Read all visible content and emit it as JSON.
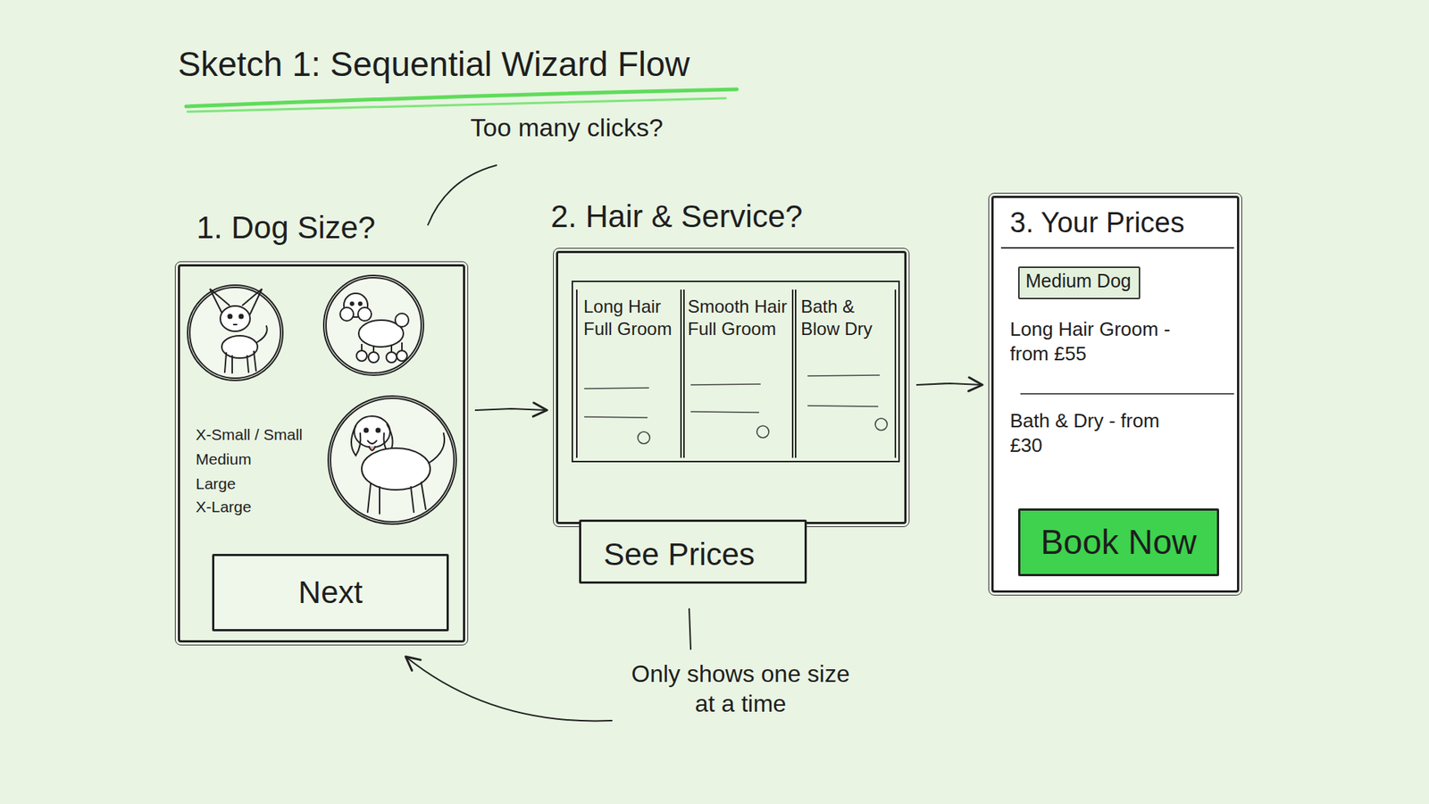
{
  "diagram": {
    "title": "Sketch 1: Sequential Wizard Flow",
    "nodes": [
      {
        "text": [
          "1. Dog Size?",
          "X-Small / Small",
          "Medium",
          "Large",
          "X-Large"
        ]
      },
      {
        "text": [
          "Next"
        ],
        "in": 0
      },
      {
        "text": [
          "2. Hair & Service?"
        ]
      },
      {
        "text": [
          "Long Hair Full Groom"
        ],
        "in": 2
      },
      {
        "text": [
          "Smooth Hair Full Groom"
        ],
        "in": 2
      },
      {
        "text": [
          "Bath & Blow Dry"
        ],
        "in": 2
      },
      {
        "text": [
          "See Prices"
        ]
      },
      {
        "text": [
          "3. Your Prices",
          "Long Hair Groom - from £55",
          "Bath & Dry - from £30"
        ]
      },
      {
        "text": [
          "Medium Dog"
        ],
        "in": 7
      },
      {
        "text": [
          "Book Now"
        ],
        "in": 7
      }
    ],
    "edges": [
      {
        "from": 0,
        "to": 2,
        "arrow": "to"
      },
      {
        "from": 2,
        "to": 7,
        "arrow": "to"
      }
    ],
    "labels": [
      "Too many clicks?",
      "Only shows one size at a time"
    ]
  }
}
